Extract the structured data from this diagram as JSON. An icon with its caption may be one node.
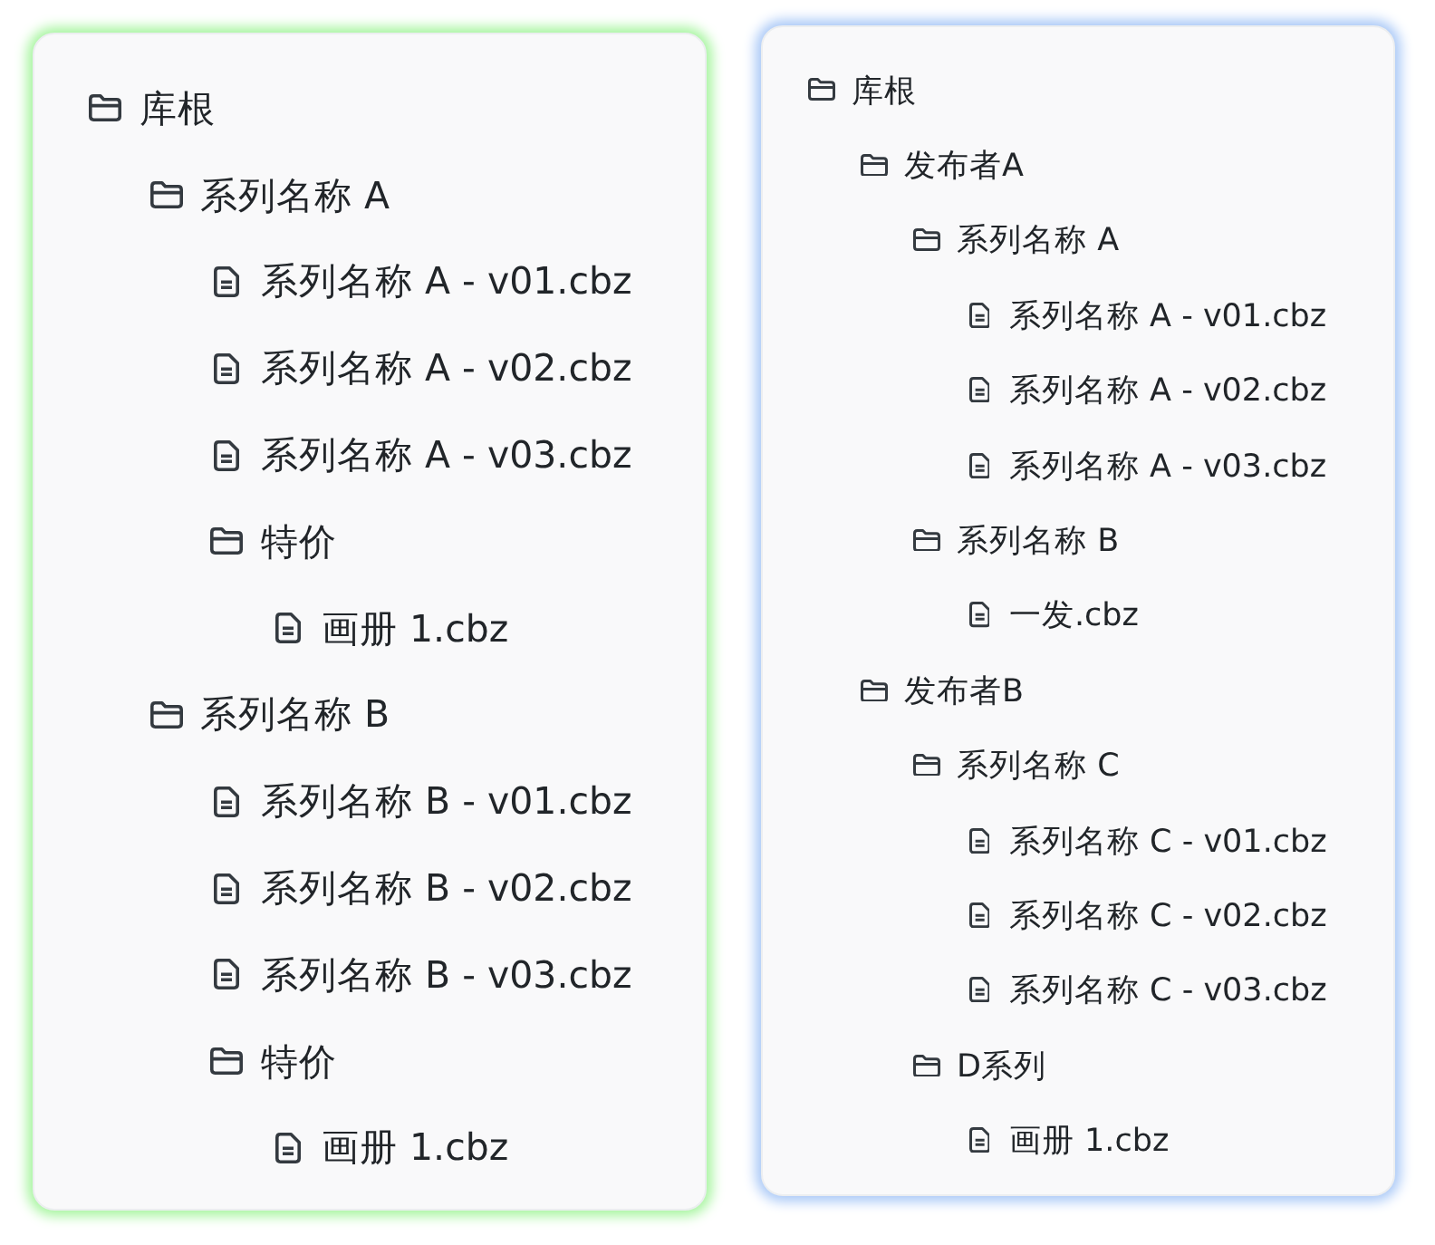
{
  "diagram": {
    "nodes": [
      {
        "text": [],
        "shape": "box"
      },
      {
        "text": [
          "库根"
        ],
        "in": 0
      },
      {
        "text": [
          "系列名称 A"
        ],
        "in": 1
      },
      {
        "text": [
          "系列名称 A - v01.cbz"
        ],
        "in": 2
      },
      {
        "text": [
          "系列名称 A - v02.cbz"
        ],
        "in": 2
      },
      {
        "text": [
          "系列名称 A - v03.cbz"
        ],
        "in": 2
      },
      {
        "text": [
          "特价"
        ],
        "in": 2
      },
      {
        "text": [
          "画册 1.cbz"
        ],
        "in": 6
      },
      {
        "text": [
          "系列名称 B"
        ],
        "in": 1
      },
      {
        "text": [
          "系列名称 B - v01.cbz"
        ],
        "in": 8
      },
      {
        "text": [
          "系列名称 B - v02.cbz"
        ],
        "in": 8
      },
      {
        "text": [
          "系列名称 B - v03.cbz"
        ],
        "in": 8
      },
      {
        "text": [
          "特价"
        ],
        "in": 8
      },
      {
        "text": [
          "画册 1.cbz"
        ],
        "in": 12
      },
      {
        "text": [],
        "shape": "box"
      },
      {
        "text": [
          "库根"
        ],
        "in": 14
      },
      {
        "text": [
          "发布者A"
        ],
        "in": 15
      },
      {
        "text": [
          "系列名称 A"
        ],
        "in": 16
      },
      {
        "text": [
          "系列名称 A - v01.cbz"
        ],
        "in": 17
      },
      {
        "text": [
          "系列名称 A - v02.cbz"
        ],
        "in": 17
      },
      {
        "text": [
          "系列名称 A - v03.cbz"
        ],
        "in": 17
      },
      {
        "text": [
          "系列名称 B"
        ],
        "in": 16
      },
      {
        "text": [
          "一发.cbz"
        ],
        "in": 21
      },
      {
        "text": [
          "发布者B"
        ],
        "in": 15
      },
      {
        "text": [
          "系列名称 C"
        ],
        "in": 23
      },
      {
        "text": [
          "系列名称 C - v01.cbz"
        ],
        "in": 24
      },
      {
        "text": [
          "系列名称 C - v02.cbz"
        ],
        "in": 24
      },
      {
        "text": [
          "系列名称 C - v03.cbz"
        ],
        "in": 24
      },
      {
        "text": [
          "D系列"
        ],
        "in": 23
      },
      {
        "text": [
          "画册 1.cbz"
        ],
        "in": 28
      }
    ]
  }
}
